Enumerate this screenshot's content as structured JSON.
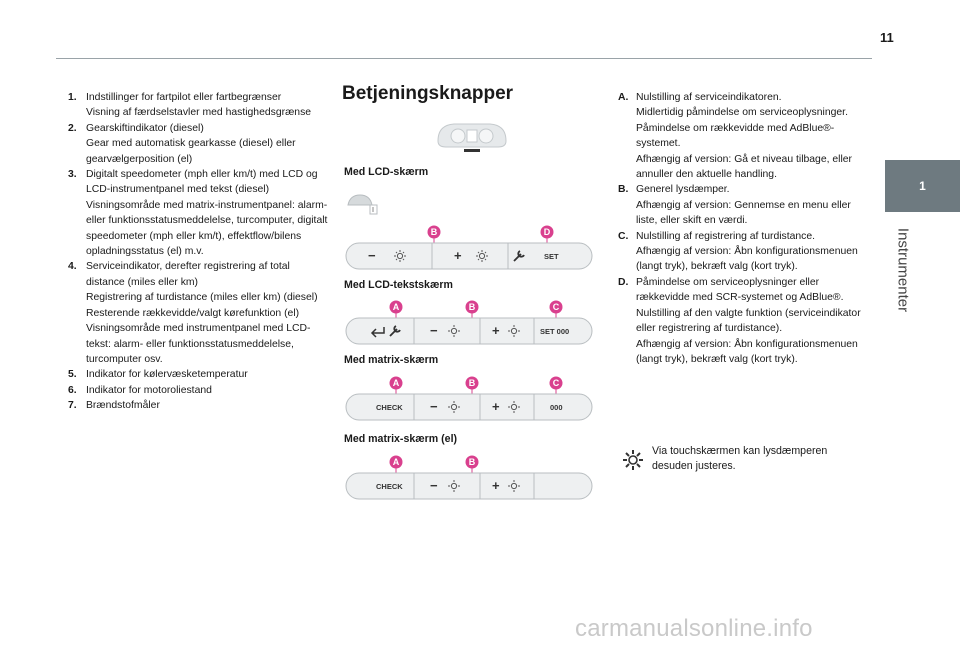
{
  "page": {
    "number": "11",
    "chapter_number": "1",
    "chapter_title": "Instrumenter"
  },
  "left_list": [
    {
      "num": "1.",
      "lines": [
        "Indstillinger for fartpilot eller fartbegrænser",
        "Visning af færdselstavler med hastighedsgrænse"
      ]
    },
    {
      "num": "2.",
      "lines": [
        "Gearskiftindikator (diesel)",
        "Gear med automatisk gearkasse (diesel) eller gearvælgerposition (el)"
      ]
    },
    {
      "num": "3.",
      "lines": [
        "Digitalt speedometer (mph eller km/t) med LCD og LCD-instrumentpanel med tekst (diesel)",
        "Visningsområde med matrix-instrumentpanel: alarm- eller funktionsstatusmeddelelse, turcomputer, digitalt speedometer (mph eller km/t), effektflow/bilens opladningsstatus (el) m.v."
      ]
    },
    {
      "num": "4.",
      "lines": [
        "Serviceindikator, derefter registrering af total distance (miles eller km)",
        "Registrering af turdistance (miles eller km) (diesel)",
        "Resterende rækkevidde/valgt kørefunktion (el)",
        "Visningsområde med instrumentpanel med LCD-tekst: alarm- eller funktionsstatusmeddelelse, turcomputer osv."
      ]
    },
    {
      "num": "5.",
      "lines": [
        "Indikator for kølervæsketemperatur"
      ]
    },
    {
      "num": "6.",
      "lines": [
        "Indikator for motoroliestand"
      ]
    },
    {
      "num": "7.",
      "lines": [
        "Brændstofmåler"
      ]
    }
  ],
  "middle": {
    "title": "Betjeningsknapper",
    "captions": [
      "Med LCD-skærm",
      "Med LCD-tekstskærm",
      "Med matrix-skærm",
      "Med matrix-skærm (el)"
    ],
    "panels": [
      {
        "markers": [
          "B",
          "D"
        ],
        "labels": [
          "SET"
        ]
      },
      {
        "markers": [
          "A",
          "B",
          "C"
        ],
        "labels": [
          "SET 000"
        ]
      },
      {
        "markers": [
          "A",
          "B",
          "C"
        ],
        "labels": [
          "CHECK",
          "000"
        ]
      },
      {
        "markers": [
          "A",
          "B"
        ],
        "labels": [
          "CHECK"
        ]
      }
    ]
  },
  "right_list": [
    {
      "num": "A.",
      "lines": [
        "Nulstilling af serviceindikatoren.",
        "Midlertidig påmindelse om serviceoplysninger.",
        "Påmindelse om rækkevidde med AdBlue®-systemet.",
        "Afhængig af version: Gå et niveau tilbage, eller annuller den aktuelle handling."
      ]
    },
    {
      "num": "B.",
      "lines": [
        "Generel lysdæmper.",
        "Afhængig af version: Gennemse en menu eller liste, eller skift en værdi."
      ]
    },
    {
      "num": "C.",
      "lines": [
        "Nulstilling af registrering af turdistance.",
        "Afhængig af version: Åbn konfigurationsmenuen (langt tryk), bekræft valg (kort tryk)."
      ]
    },
    {
      "num": "D.",
      "lines": [
        "Påmindelse om serviceoplysninger eller rækkevidde med SCR-systemet og AdBlue®.",
        "Nulstilling af den valgte funktion (serviceindikator eller registrering af turdistance).",
        "Afhængig af version: Åbn konfigurationsmenuen (langt tryk), bekræft valg (kort tryk)."
      ]
    }
  ],
  "note": "Via touchskærmen kan lysdæmperen desuden justeres.",
  "watermark": "carmanualsonline.info",
  "colors": {
    "marker": "#d9408e",
    "tab": "#6e7a80",
    "rule": "#9aa3a8"
  },
  "icons": [
    "dashboard-icon",
    "steering-wheel-icon",
    "light-dimmer-icon",
    "wrench-icon",
    "back-arrow-icon",
    "gear-icon"
  ]
}
